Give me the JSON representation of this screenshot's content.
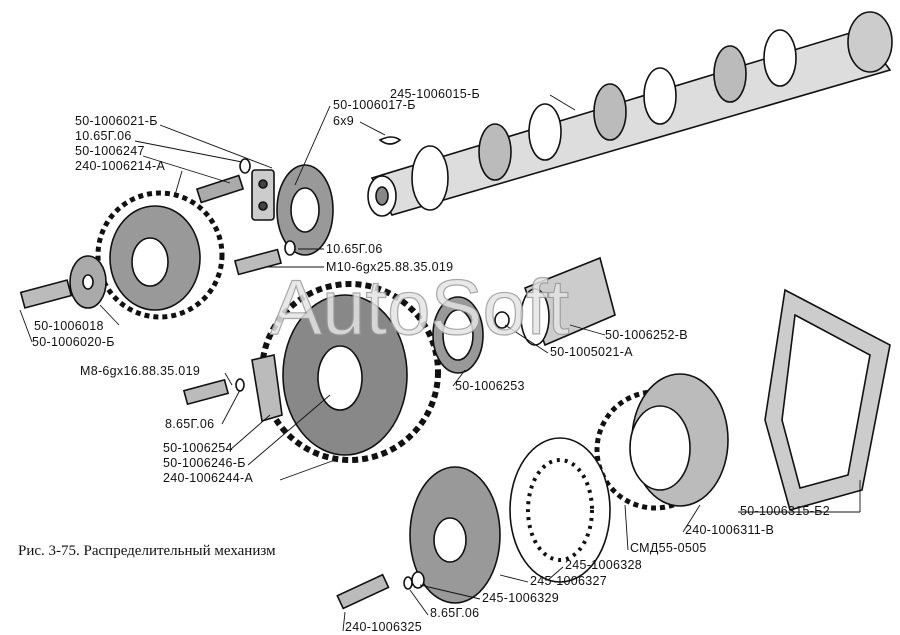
{
  "caption": "Рис. 3-75. Распределительный механизм",
  "watermark": "AutoSoft",
  "labels": {
    "camshaft": "245-1006015-Б",
    "thrust_washer": "50-1006017-Б",
    "key": "6x9",
    "plate_top": "50-1006021-Б",
    "lock_washer_top": "10.65Г.06",
    "screw_top": "50-1006247",
    "gear_small": "240-1006214-А",
    "lock_washer_mid": "10.65Г.06",
    "bolt_m10": "М10-6gx25.88.35.019",
    "washer_left": "50-1006018",
    "screw_left": "50-1006020-Б",
    "bolt_m8": "М8-6gx16.88.35.019",
    "bushing": "50-1006252-В",
    "bush_small": "50-1005021-А",
    "ring": "50-1006253",
    "lock_washer_low": "8.65Г.06",
    "plate_low": "50-1006254",
    "hub": "50-1006246-Б",
    "gear_large": "240-1006244-А",
    "gasket": "50-1006315-Б2",
    "gear_right": "240-1006311-В",
    "gear_right_sub": "СМД55-0505",
    "disc_ring": "245-1006328",
    "flange": "245-1006327",
    "washer_bottom": "245-1006329",
    "lock_washer_bottom": "8.65Г.06",
    "bolt_bottom": "240-1006325"
  }
}
